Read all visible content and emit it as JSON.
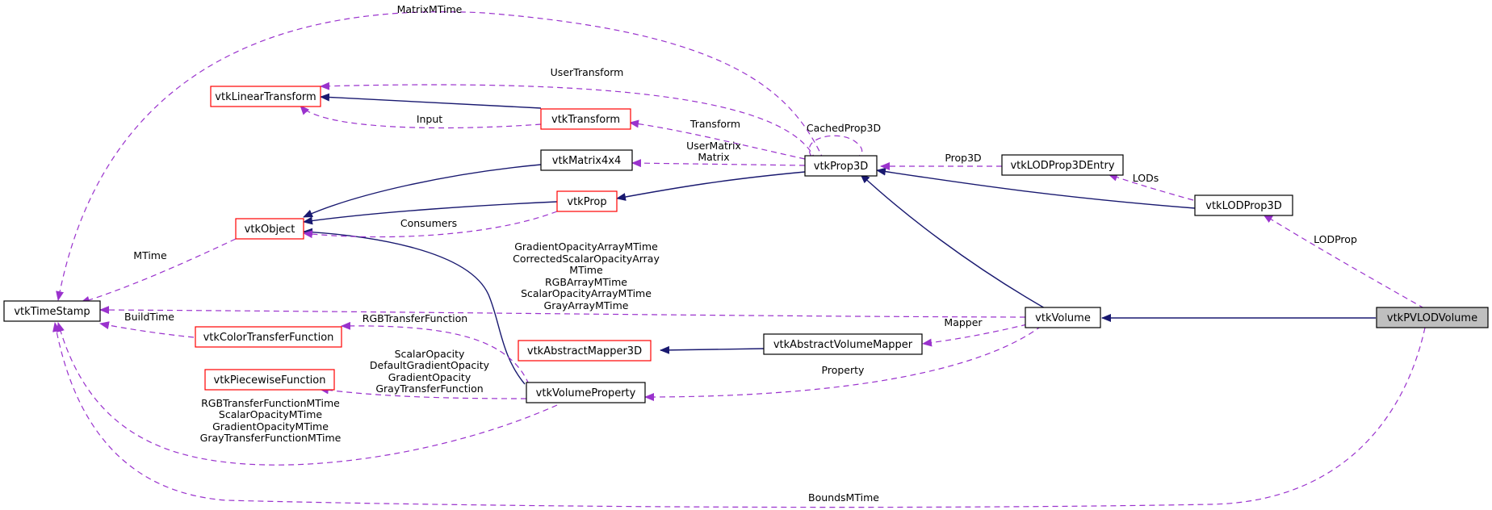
{
  "nodes": {
    "vtkTimeStamp": "vtkTimeStamp",
    "vtkLinearTransform": "vtkLinearTransform",
    "vtkTransform": "vtkTransform",
    "vtkMatrix4x4": "vtkMatrix4x4",
    "vtkProp": "vtkProp",
    "vtkObject": "vtkObject",
    "vtkProp3D": "vtkProp3D",
    "vtkLODProp3DEntry": "vtkLODProp3DEntry",
    "vtkLODProp3D": "vtkLODProp3D",
    "vtkVolume": "vtkVolume",
    "vtkPVLODVolume": "vtkPVLODVolume",
    "vtkColorTransferFunction": "vtkColorTransferFunction",
    "vtkPiecewiseFunction": "vtkPiecewiseFunction",
    "vtkAbstractMapper3D": "vtkAbstractMapper3D",
    "vtkAbstractVolumeMapper": "vtkAbstractVolumeMapper",
    "vtkVolumeProperty": "vtkVolumeProperty"
  },
  "edge_labels": {
    "matrix_mtime": "MatrixMTime",
    "user_transform": "UserTransform",
    "input": "Input",
    "transform": "Transform",
    "cached_prop3d": "CachedProp3D",
    "user_matrix_1": "UserMatrix",
    "user_matrix_2": "Matrix",
    "prop3d": "Prop3D",
    "lods": "LODs",
    "consumers": "Consumers",
    "mtime": "MTime",
    "lod_prop": "LODProp",
    "volume_mtimes": [
      "GradientOpacityArrayMTime",
      "CorrectedScalarOpacityArray",
      "MTime",
      "RGBArrayMTime",
      "ScalarOpacityArrayMTime",
      "GrayArrayMTime"
    ],
    "mapper": "Mapper",
    "build_time": "BuildTime",
    "rgb_transfer_function": "RGBTransferFunction",
    "property_functions": [
      "ScalarOpacity",
      "DefaultGradientOpacity",
      "GradientOpacity",
      "GrayTransferFunction"
    ],
    "property": "Property",
    "property_mtimes": [
      "RGBTransferFunctionMTime",
      "ScalarOpacityMTime",
      "GradientOpacityMTime",
      "GrayTransferFunctionMTime"
    ],
    "bounds_mtime": "BoundsMTime"
  },
  "colors": {
    "inheritance_edge": "#191970",
    "usage_edge": "#9a32cd",
    "highlight_fill": "#bfbfbf",
    "incomplete_border": "#ff0000"
  }
}
